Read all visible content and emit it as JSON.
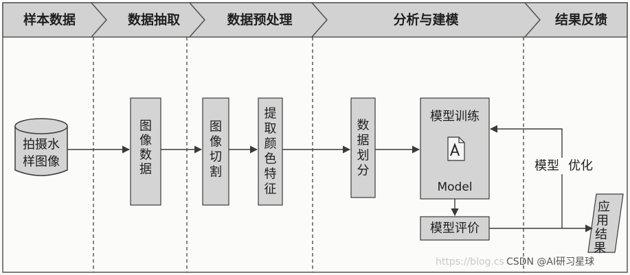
{
  "header": {
    "stages": [
      {
        "label": "样本数据"
      },
      {
        "label": "数据抽取"
      },
      {
        "label": "数据预处理"
      },
      {
        "label": "分析与建模"
      },
      {
        "label": "结果反馈"
      }
    ]
  },
  "nodes": {
    "sample_images": {
      "lines": [
        "拍摄水",
        "样图像"
      ]
    },
    "image_data": {
      "chars": [
        "图",
        "像",
        "数",
        "据"
      ]
    },
    "image_cut": {
      "chars": [
        "图",
        "像",
        "切",
        "割"
      ]
    },
    "color_feature": {
      "chars": [
        "提",
        "取",
        "颜",
        "色",
        "特",
        "征"
      ]
    },
    "data_split": {
      "chars": [
        "数",
        "据",
        "划",
        "分"
      ]
    },
    "model_training": {
      "title": "模型训练",
      "icon_label": "Model"
    },
    "model_eval": {
      "label": "模型评价"
    },
    "app_result": {
      "chars": [
        "应",
        "用",
        "结",
        "果"
      ]
    }
  },
  "feedback": {
    "label_a": "模型",
    "label_b": "优化"
  },
  "colors": {
    "box_fill": "#d4d4d4",
    "line": "#3a3a3a",
    "header_fill": "#d2d2d2",
    "background": "#fbfbf9"
  },
  "watermark": {
    "url": "https://blog.cs",
    "credit": "CSDN @AI研习星球"
  }
}
